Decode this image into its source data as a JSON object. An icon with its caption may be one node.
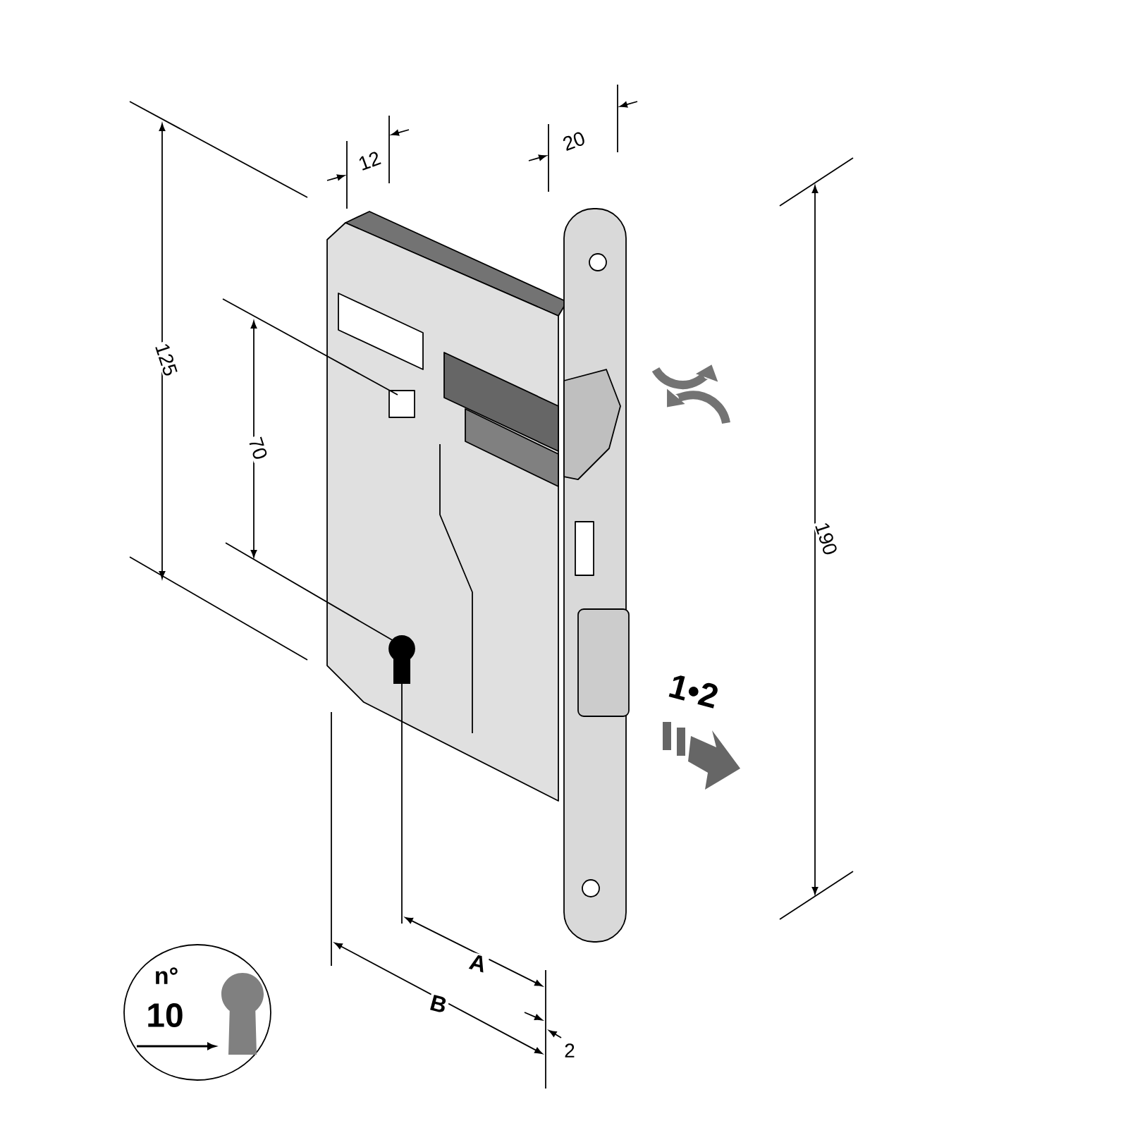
{
  "diagram": {
    "nodes": [
      {
        "text": [
          "n°",
          "10"
        ]
      }
    ],
    "labels": [
      "12",
      "20",
      "125",
      "70",
      "190",
      "A",
      "B",
      "2",
      "1•2"
    ]
  }
}
